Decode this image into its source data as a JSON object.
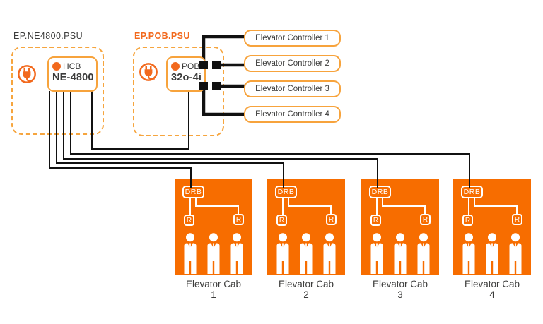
{
  "psu_groups": [
    {
      "label": "EP.NE4800.PSU",
      "device": {
        "tag": "HCB",
        "model": "NE-4800"
      }
    },
    {
      "label": "EP.POB.PSU",
      "device": {
        "tag": "POB",
        "model": "32o-4i"
      }
    }
  ],
  "controllers": [
    {
      "label": "Elevator Controller 1"
    },
    {
      "label": "Elevator Controller 2"
    },
    {
      "label": "Elevator Controller 3"
    },
    {
      "label": "Elevator Controller 4"
    }
  ],
  "cabs": [
    {
      "drb": "DRB",
      "r_left": "R",
      "r_right": "R",
      "label": "Elevator Cab",
      "number": "1"
    },
    {
      "drb": "DRB",
      "r_left": "R",
      "r_right": "R",
      "label": "Elevator Cab",
      "number": "2"
    },
    {
      "drb": "DRB",
      "r_left": "R",
      "r_right": "R",
      "label": "Elevator Cab",
      "number": "3"
    },
    {
      "drb": "DRB",
      "r_left": "R",
      "r_right": "R",
      "label": "Elevator Cab",
      "number": "4"
    }
  ],
  "icons": {
    "power": "power-plug-icon",
    "person": "person-icon"
  },
  "colors": {
    "cab_orange": "#F76D00",
    "accent_orange": "#F2691D",
    "border_orange": "#F7A33C",
    "dashed_orange": "#F6A53E",
    "wire_black": "#111111",
    "text_dark": "#3C3C3B"
  }
}
